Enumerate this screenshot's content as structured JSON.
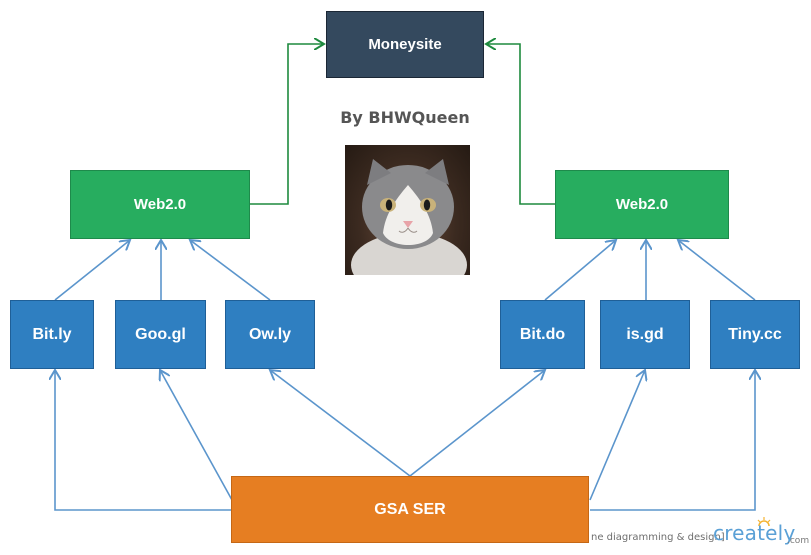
{
  "diagram": {
    "author_caption": "By BHWQueen",
    "nodes": {
      "moneysite": "Moneysite",
      "web20_left": "Web2.0",
      "web20_right": "Web2.0",
      "bitly": "Bit.ly",
      "googl": "Goo.gl",
      "owly": "Ow.ly",
      "bitdo": "Bit.do",
      "isgd": "is.gd",
      "tinycc": "Tiny.cc",
      "gsa_ser": "GSA SER"
    },
    "colors": {
      "blue_node": "#2f7fc1",
      "green_node": "#27ad5f",
      "dark_node": "#34495e",
      "orange_node": "#e67e22",
      "blue_arrow": "#5b95cc",
      "green_arrow": "#1e8a3e"
    },
    "image": {
      "subject": "photo of a grey and white cat"
    }
  },
  "watermark": {
    "text": "ne diagramming & design]",
    "logo": "creately",
    "logo_suffix": ".com"
  }
}
